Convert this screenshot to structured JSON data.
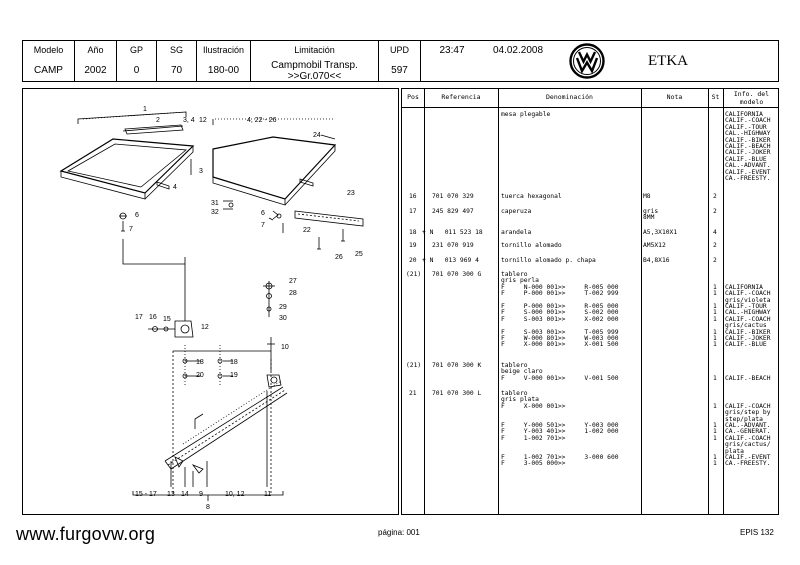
{
  "header": {
    "modelo_label": "Modelo",
    "modelo": "CAMP",
    "ano_label": "Año",
    "ano": "2002",
    "gp_label": "GP",
    "gp": "0",
    "sg_label": "SG",
    "sg": "70",
    "ilustracion_label": "Ilustración",
    "ilustracion": "180-00",
    "limitacion_label": "Limitación",
    "limitacion_1": "Campmobil Transp.",
    "limitacion_2": ">>Gr.070<<",
    "upd_label": "UPD",
    "upd": "597",
    "time": "23:47",
    "date": "04.02.2008",
    "app": "ETKA"
  },
  "table": {
    "headers": [
      "Pos",
      "Referencia",
      "Denominación",
      "Nota",
      "St",
      "Info. del modelo"
    ],
    "top_denominacion": "mesa plegable",
    "top_info": "CALIFORNIA\nCALIF.-COACH\nCALIF.-TOUR\nCAL.-HIGHWAY\nCALIF.-BIKER\nCALIF.-BEACH\nCALIF.-JOKER\nCALIF.-BLUE\nCAL.-ADVANT.\nCALIF.-EVENT\nCA.-FREESTY.",
    "rows": [
      {
        "pos": "16",
        "ref": "701 070 329",
        "den": "tuerca hexagonal",
        "nota": "M8",
        "st": "2",
        "info": ""
      },
      {
        "pos": "17",
        "ref": "245 829 497",
        "den": "caperuza",
        "nota": "gris\n8MM",
        "st": "2",
        "info": ""
      },
      {
        "pos": "18",
        "ref": "+ N   011 523 18",
        "den": "arandela",
        "nota": "A5,3X10X1",
        "st": "4",
        "info": ""
      },
      {
        "pos": "19",
        "ref": "231 070 919",
        "den": "tornillo alomado",
        "nota": "AM5X12",
        "st": "2",
        "info": ""
      },
      {
        "pos": "20",
        "ref": "+ N   013 969 4",
        "den": "tornillo alomado p. chapa",
        "nota": "B4,8X16",
        "st": "2",
        "info": ""
      },
      {
        "pos": "(21)",
        "ref": "701 070 300 G",
        "den": "tablero\ngris perla\nF     N-000 001>>     R-005 000\nF     P-000 001>>     T-002 999\n\nF     P-000 001>>     R-005 000\nF     S-000 001>>     S-002 000\nF     S-003 001>>     X-002 000\n\nF     S-003 001>>     T-005 999\nF     W-000 801>>     W-003 000\nF     X-000 801>>     X-001 500",
        "nota": "",
        "st": "\n\n1\n1\n\n1\n1\n1\n\n1\n1\n1",
        "info": "\n\nCALIFORNIA\nCALIF.-COACH\ngris/violeta\nCALIF.-TOUR\nCAL.-HIGHWAY\nCALIF.-COACH\ngris/cactus\nCALIF.-BIKER\nCALIF.-JOKER\nCALIF.-BLUE"
      },
      {
        "pos": "(21)",
        "ref": "701 070 300 K",
        "den": "tablero\nbeige claro\nF     V-000 001>>     V-001 500",
        "nota": "",
        "st": "\n\n1",
        "info": "\n\nCALIF.-BEACH"
      },
      {
        "pos": "21",
        "ref": "701 070 300 L",
        "den": "tablero\ngris plata\nF     X-000 001>>\n\n\nF     Y-000 501>>     Y-003 000\nF     Y-003 401>>     1-002 000\nF     1-002 701>>\n\n\nF     1-002 701>>     3-000 600\nF     3-005 000>>",
        "nota": "",
        "st": "\n\n1\n\n\n1\n1\n1\n\n\n1\n1",
        "info": "\n\nCALIF.-COACH\ngris/step by\nstep/plata\nCAL.-ADVANT.\nCA.-GENERAT.\nCALIF.-COACH\ngris/cactus/\nplata\nCALIF.-EVENT\nCA.-FREESTY."
      }
    ]
  },
  "drawing": {
    "callouts": [
      "1",
      "2",
      "3, 4",
      "12",
      "4, 22 - 26",
      "24",
      "3",
      "4",
      "31",
      "32",
      "6",
      "7",
      "6",
      "7",
      "22",
      "23",
      "26",
      "25",
      "27",
      "28",
      "29",
      "30",
      "17",
      "16",
      "15",
      "12",
      "10",
      "18",
      "20",
      "18",
      "19",
      "15 - 17",
      "13",
      "14",
      "9",
      "10, 12",
      "11",
      "8"
    ]
  },
  "footer": {
    "site": "www.furgovw.org",
    "page": "página: 001",
    "epis": "EPIS 132"
  }
}
